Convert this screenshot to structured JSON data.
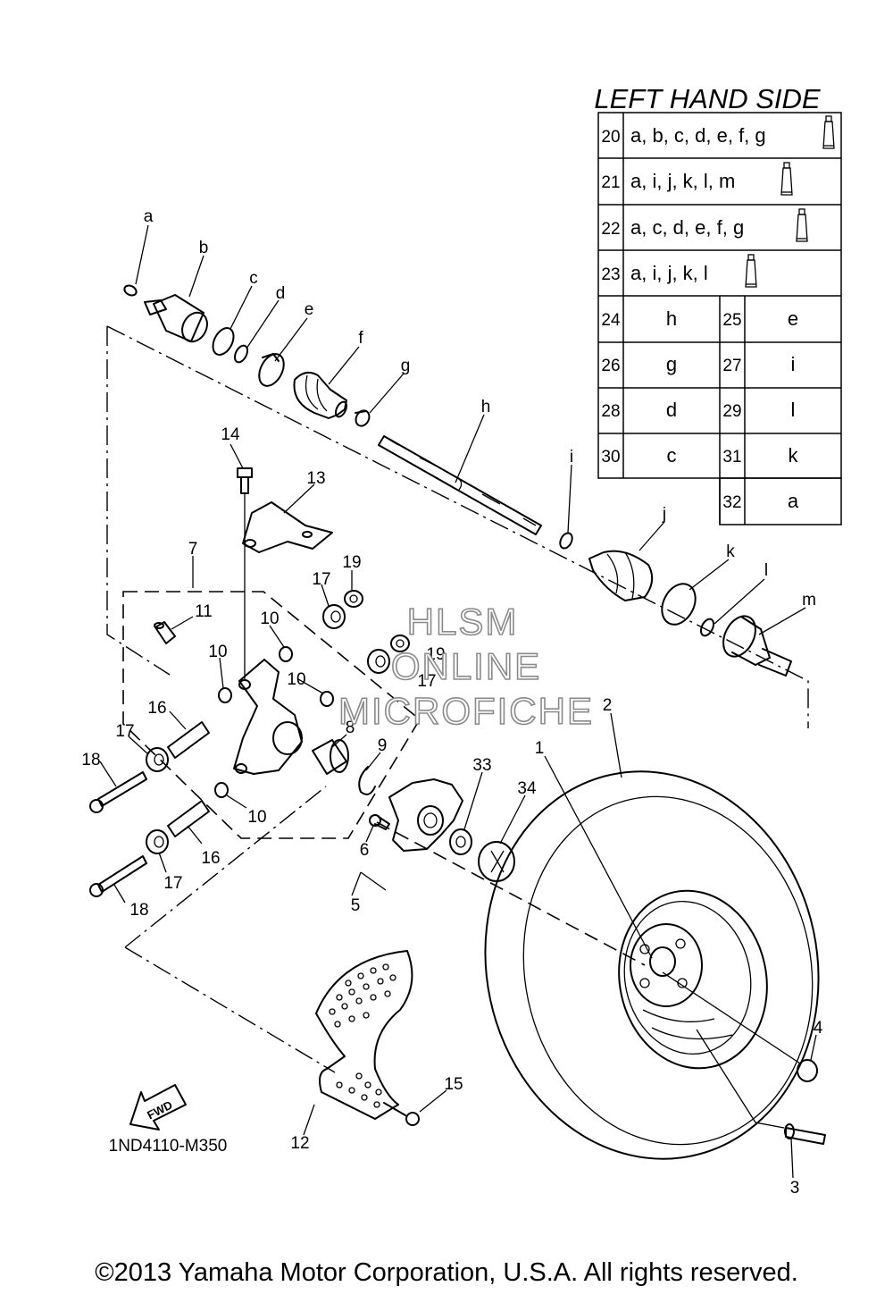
{
  "table": {
    "title": "LEFT HAND SIDE",
    "wide_rows": [
      {
        "num": "20",
        "text": "a, b, c, d, e, f, g"
      },
      {
        "num": "21",
        "text": "a, i, j, k, l, m"
      },
      {
        "num": "22",
        "text": "a, c, d, e, f, g"
      },
      {
        "num": "23",
        "text": "a, i, j, k, l"
      }
    ],
    "pair_rows": [
      {
        "n1": "24",
        "v1": "h",
        "n2": "25",
        "v2": "e"
      },
      {
        "n1": "26",
        "v1": "g",
        "n2": "27",
        "v2": "i"
      },
      {
        "n1": "28",
        "v1": "d",
        "n2": "29",
        "v2": "l"
      },
      {
        "n1": "30",
        "v1": "c",
        "n2": "31",
        "v2": "k"
      }
    ],
    "last_row": {
      "num": "32",
      "val": "a"
    }
  },
  "callouts": {
    "a": "a",
    "b": "b",
    "c": "c",
    "d": "d",
    "e": "e",
    "f": "f",
    "g": "g",
    "h": "h",
    "i": "i",
    "j": "j",
    "k": "k",
    "l": "l",
    "m": "m",
    "n1": "1",
    "n2": "2",
    "n3": "3",
    "n4": "4",
    "n5": "5",
    "n6": "6",
    "n7": "7",
    "n8": "8",
    "n9": "9",
    "n10a": "10",
    "n10b": "10",
    "n10c": "10",
    "n10d": "10",
    "n11": "11",
    "n12": "12",
    "n13": "13",
    "n14": "14",
    "n15": "15",
    "n16a": "16",
    "n16b": "16",
    "n17a": "17",
    "n17b": "17",
    "n17c": "17",
    "n17d": "17",
    "n18a": "18",
    "n18b": "18",
    "n19a": "19",
    "n19b": "19",
    "n33": "33",
    "n34": "34"
  },
  "fwd_label": "FWD",
  "diagram_code": "1ND4110-M350",
  "watermark": {
    "line1": "HLSM",
    "line2": "ONLINE",
    "line3": "MICROFICHE"
  },
  "copyright": "©2013 Yamaha Motor Corporation, U.S.A. All rights reserved."
}
